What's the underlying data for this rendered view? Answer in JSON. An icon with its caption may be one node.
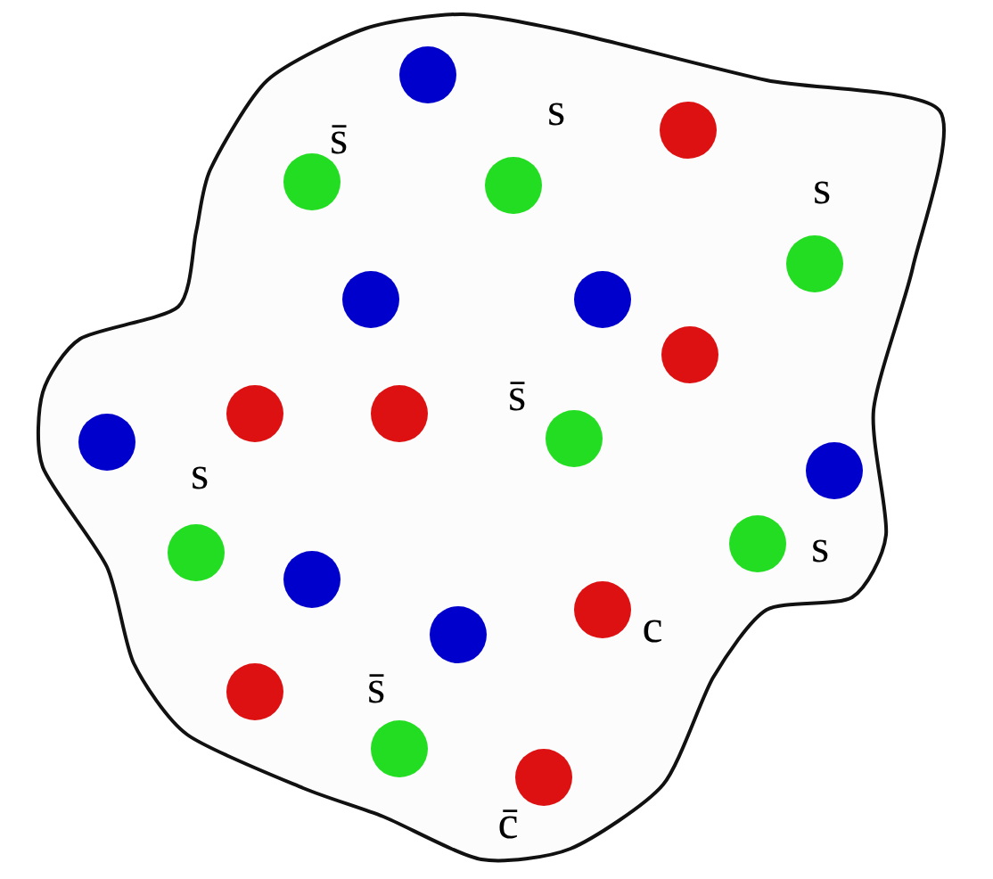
{
  "diagram": {
    "labels": [
      "s̄",
      "s",
      "s",
      "s̄",
      "s",
      "s",
      "c",
      "s̄",
      "c̄"
    ]
  }
}
